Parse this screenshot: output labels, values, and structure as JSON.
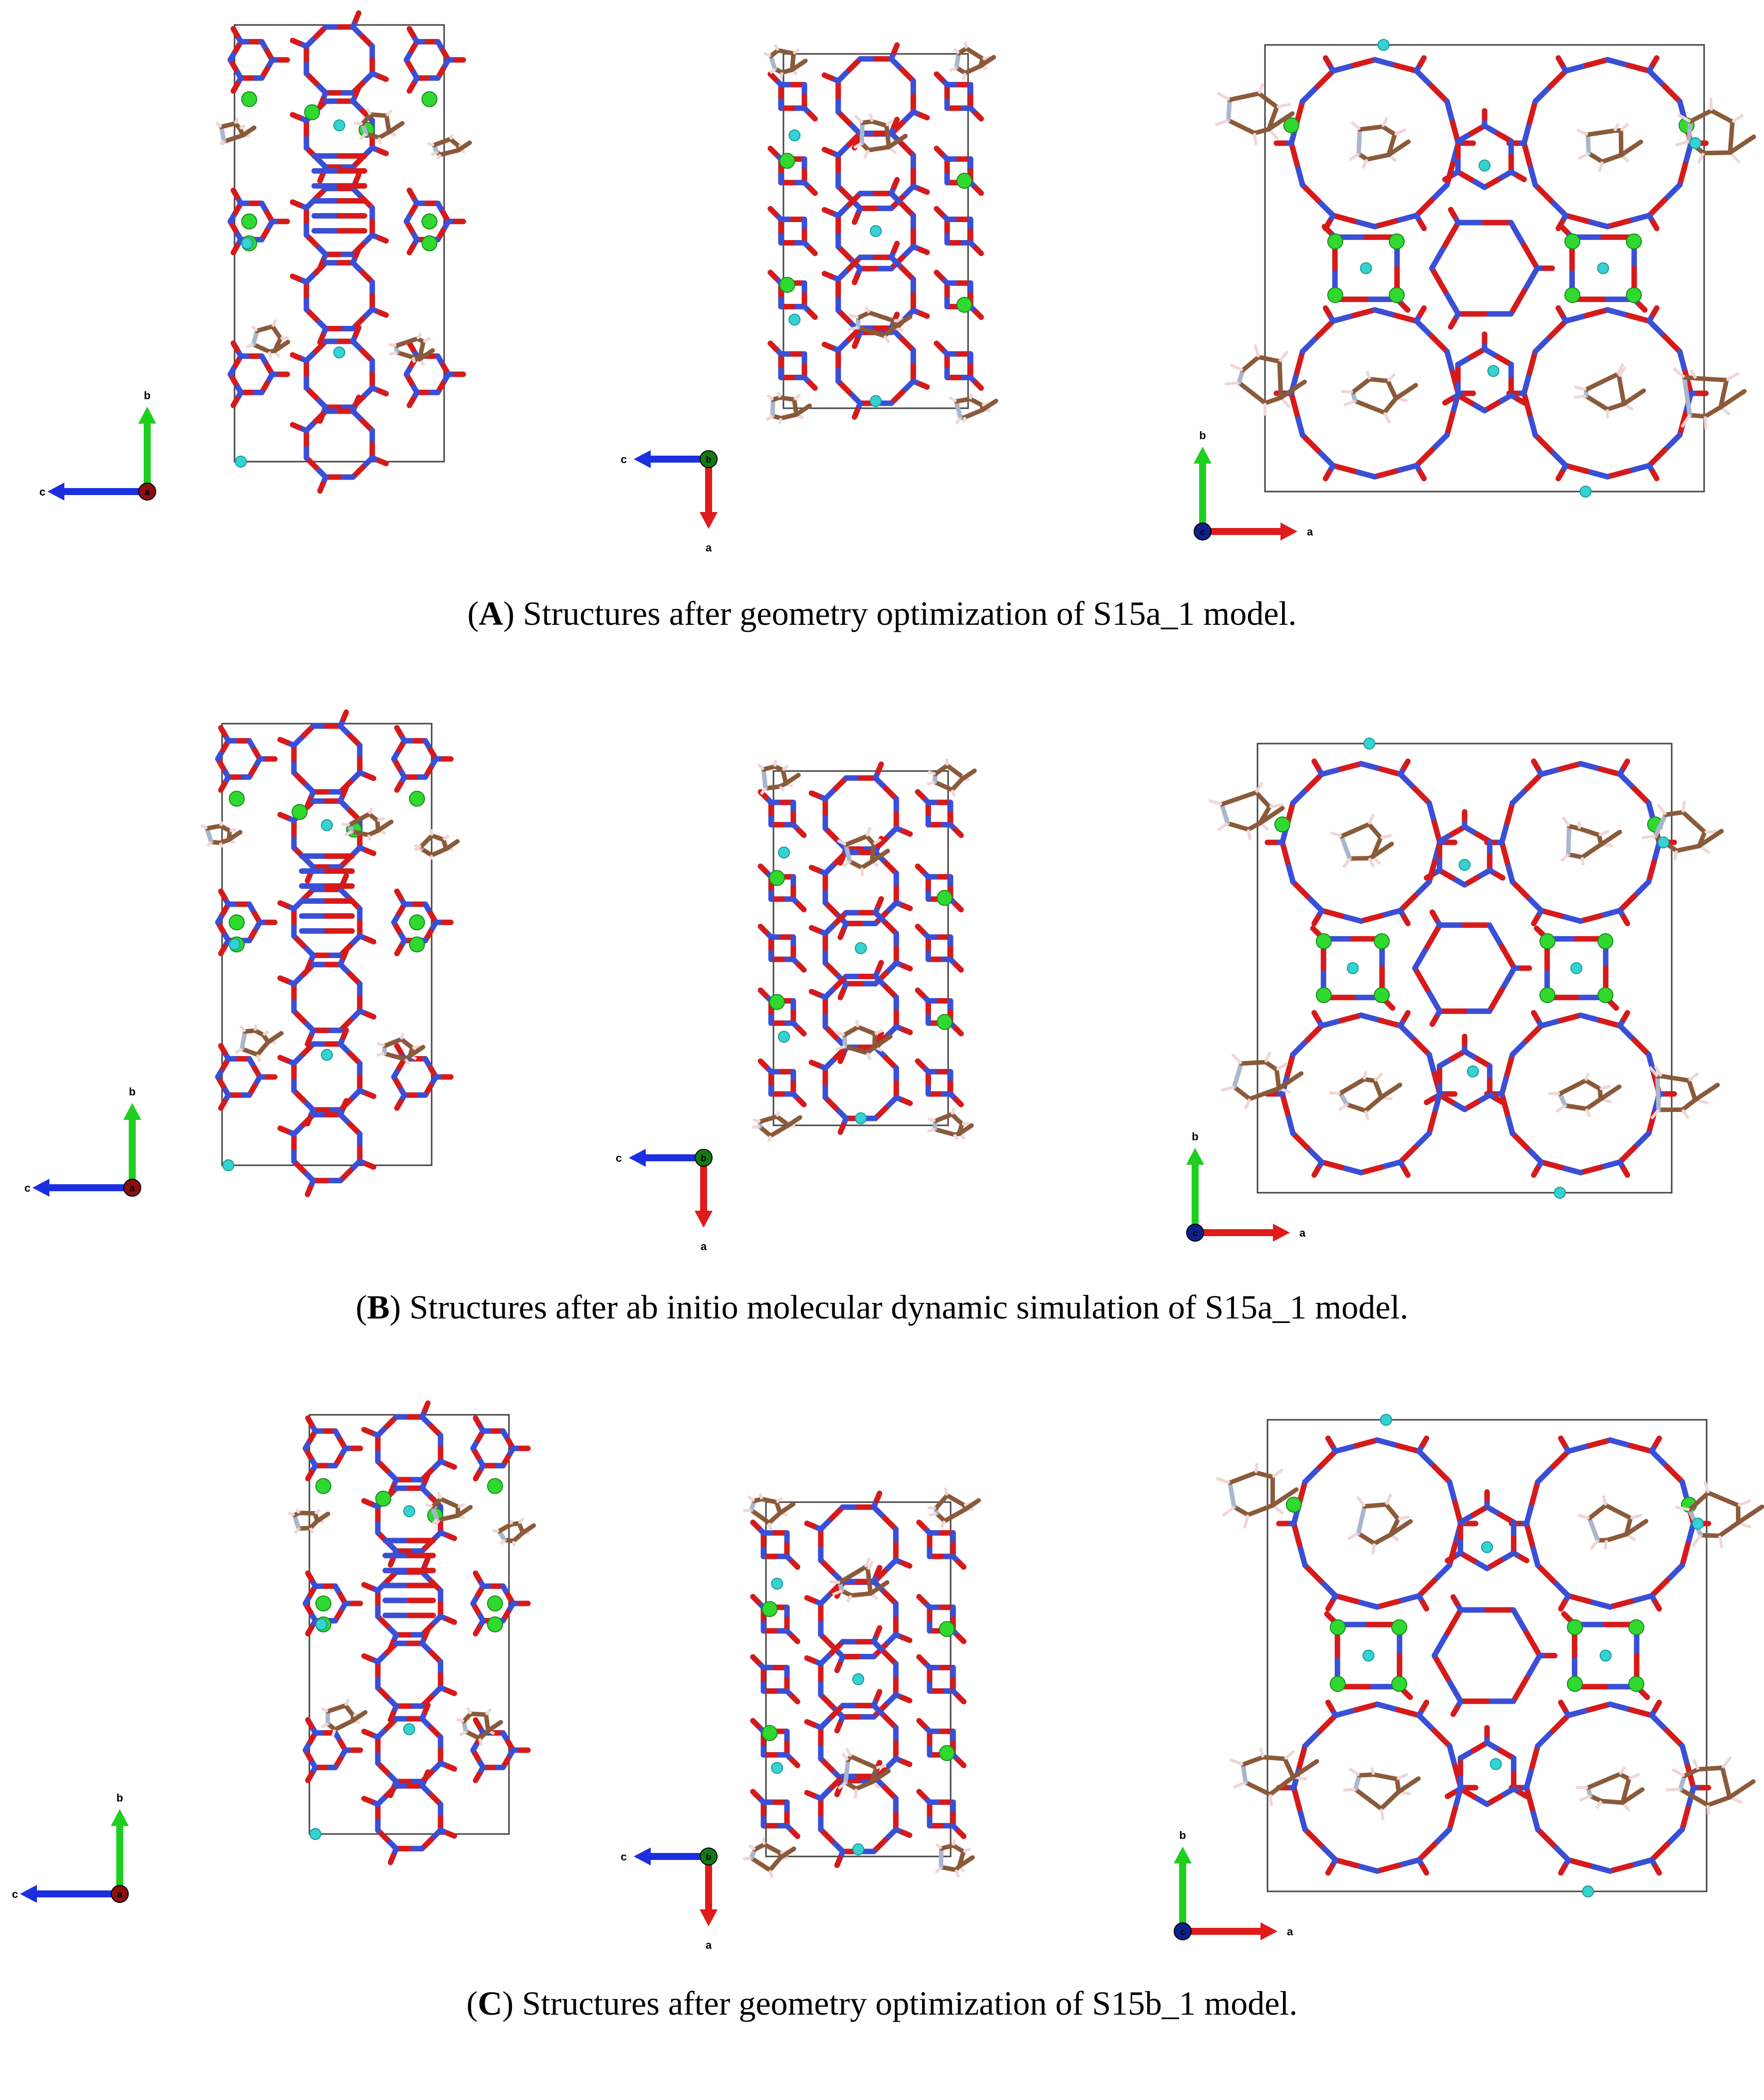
{
  "colors": {
    "framework_T": "#3a4fd6",
    "framework_O": "#d61a1a",
    "ge_atom": "#2fd92f",
    "fluoride": "#35d2d2",
    "carbon": "#8a5a3a",
    "nitrogen": "#aab6cc",
    "hydrogen": "#f0d6d6",
    "cell_edge": "#444444",
    "axis_a": "#e01b1b",
    "axis_b": "#1fcf1f",
    "axis_c": "#1b2fe0"
  },
  "icons": {
    "axis_origin_a": "dark-red-sphere",
    "axis_origin_b": "dark-green-sphere",
    "axis_origin_c": "dark-blue-sphere"
  },
  "panels": [
    {
      "letter": "A",
      "caption": "Structures after geometry optimization of S15a_1 model.",
      "views": [
        {
          "horizontal": "c",
          "vertical": "b",
          "origin": "a"
        },
        {
          "horizontal": "c",
          "vertical": "a",
          "origin": "b"
        },
        {
          "horizontal": "a",
          "vertical": "b",
          "origin": "c"
        }
      ]
    },
    {
      "letter": "B",
      "caption": "Structures after ab initio molecular dynamic simulation of S15a_1 model.",
      "views": [
        {
          "horizontal": "c",
          "vertical": "b",
          "origin": "a"
        },
        {
          "horizontal": "c",
          "vertical": "a",
          "origin": "b"
        },
        {
          "horizontal": "a",
          "vertical": "b",
          "origin": "c"
        }
      ]
    },
    {
      "letter": "C",
      "caption": "Structures after geometry optimization of S15b_1 model.",
      "views": [
        {
          "horizontal": "c",
          "vertical": "b",
          "origin": "a"
        },
        {
          "horizontal": "c",
          "vertical": "a",
          "origin": "b"
        },
        {
          "horizontal": "a",
          "vertical": "b",
          "origin": "c"
        }
      ]
    }
  ]
}
